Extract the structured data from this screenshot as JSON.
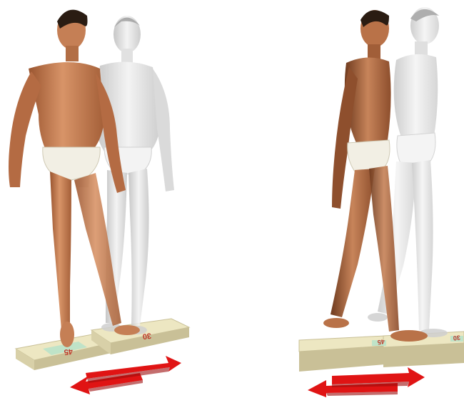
{
  "panels": [
    {
      "id": "front-view",
      "plates": [
        {
          "label": "45"
        },
        {
          "label": "30"
        }
      ],
      "arrow_direction": "left-right"
    },
    {
      "id": "side-view",
      "plates": [
        {
          "label": "45"
        },
        {
          "label": "30"
        }
      ],
      "arrow_direction": "left-right"
    }
  ],
  "colors": {
    "skin": "#c8845a",
    "skin_shadow": "#8a4a2a",
    "ghost": "#e6e6e6",
    "ghost_shadow": "#b9b9b9",
    "underwear": "#f2efe4",
    "hair": "#2a1c12",
    "plate_top": "#ede7c2",
    "plate_side": "#c9c097",
    "plate_mark": "#bfe3c8",
    "arrow": "#e01414",
    "arrow_dark": "#9c0b0b"
  }
}
